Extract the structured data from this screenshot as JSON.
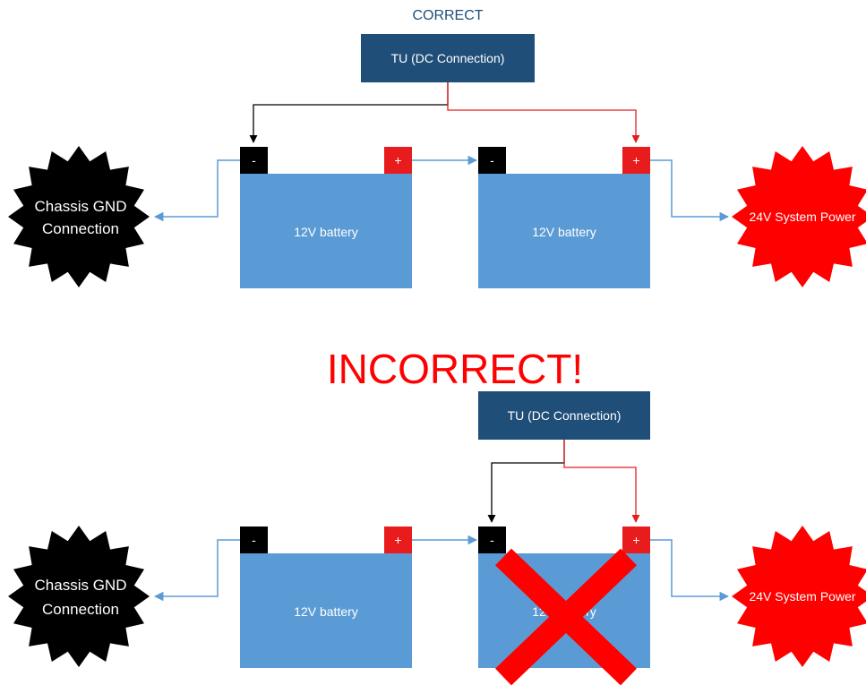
{
  "colors": {
    "battery_fill": "#5b9bd5",
    "tu_fill": "#1f4e79",
    "terminal_negative": "#000000",
    "terminal_positive": "#e81c1c",
    "wire_blue": "#5b9bd5",
    "wire_black": "#000000",
    "wire_red": "#e81c1c",
    "ground_burst": "#000000",
    "power_burst": "#ff0000",
    "correct_title": "#1f4e79",
    "incorrect_title": "#ff0000",
    "cross": "#ff0000"
  },
  "correct": {
    "title": "CORRECT",
    "tu_label": "TU  (DC Connection)",
    "battery_left": {
      "label": "12V battery",
      "neg": "-",
      "pos": "+"
    },
    "battery_right": {
      "label": "12V battery",
      "neg": "-",
      "pos": "+"
    },
    "ground": {
      "line1": "Chassis GND",
      "line2": "Connection"
    },
    "power": {
      "label": "24V System Power"
    }
  },
  "incorrect": {
    "title": "INCORRECT!",
    "tu_label": "TU (DC Connection)",
    "battery_left": {
      "label": "12V battery",
      "neg": "-",
      "pos": "+"
    },
    "battery_right": {
      "label": "12V battery",
      "neg": "-",
      "pos": "+"
    },
    "ground": {
      "line1": "Chassis GND",
      "line2": "Connection"
    },
    "power": {
      "label": "24V System Power"
    }
  }
}
